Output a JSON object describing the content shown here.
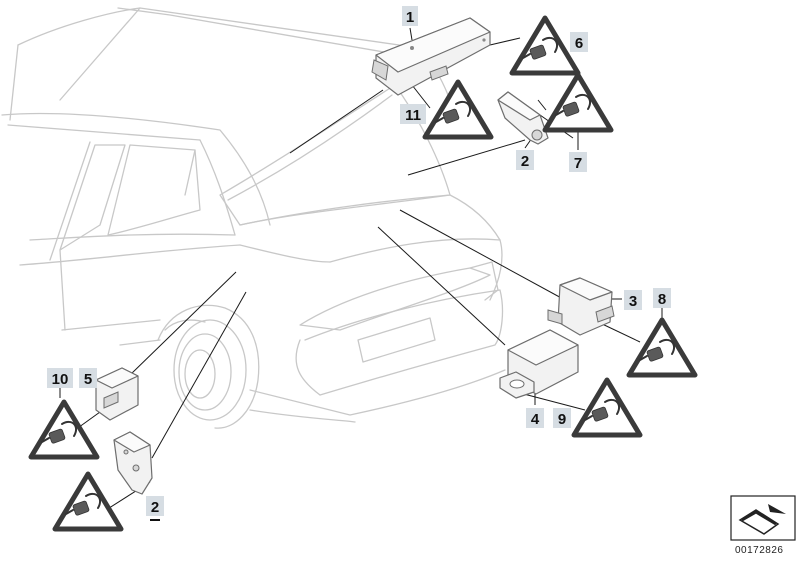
{
  "diagram": {
    "labels": {
      "l1": "1",
      "l2a": "2",
      "l2b": "2",
      "l3": "3",
      "l4": "4",
      "l5": "5",
      "l6": "6",
      "l7": "7",
      "l8": "8",
      "l9": "9",
      "l10": "10",
      "l11": "11"
    },
    "catalog_number": "00172826"
  },
  "colors": {
    "label_background": "#d6dde3",
    "line_art": "#c8c8c8",
    "part_outline": "#6e6e6e"
  },
  "icons": [
    "warning-connector-icon",
    "return-arrow-icon"
  ]
}
